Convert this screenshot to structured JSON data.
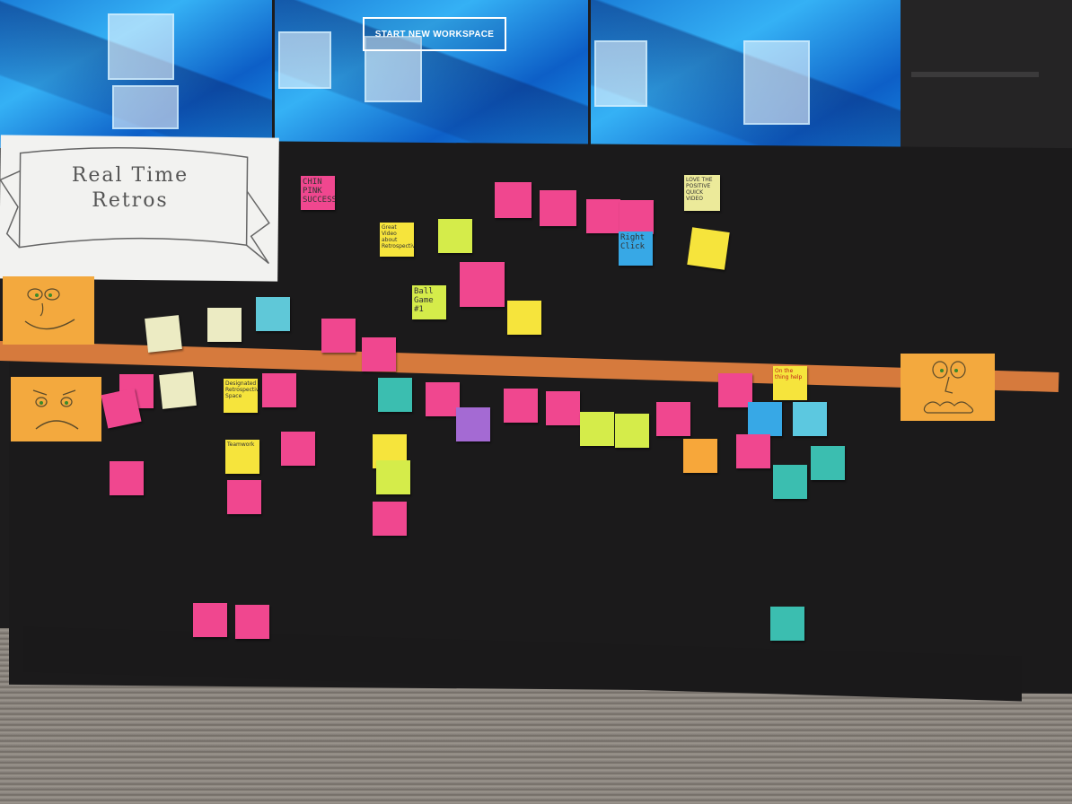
{
  "video_wall": {
    "button_label": "START NEW WORKSPACE"
  },
  "banner": {
    "title_line1": "Real Time",
    "title_line2": "Retros"
  },
  "notes": {
    "chin_pink": "CHIN PINK SUCCESS",
    "great_video": "Great Video about Retrospectives",
    "ball_game": "Ball Game #1",
    "right_click": "Right Click",
    "love_video": "LOVE THE POSITIVE QUICK VIDEO",
    "on_thing": "On the thing help",
    "designated": "Designated Retrospective Space",
    "teamwork": "Teamwork"
  },
  "colors": {
    "board": "#1b1a1b",
    "tape": "#e0803f",
    "face": "#f3a93e",
    "note_pink": "#f0478f",
    "note_yellow": "#f6e43c",
    "note_teal": "#3bbeb0"
  },
  "icons": {
    "happy_face": "smiley-face-icon",
    "sad_face": "sad-face-icon",
    "neutral_face": "neutral-face-icon"
  }
}
